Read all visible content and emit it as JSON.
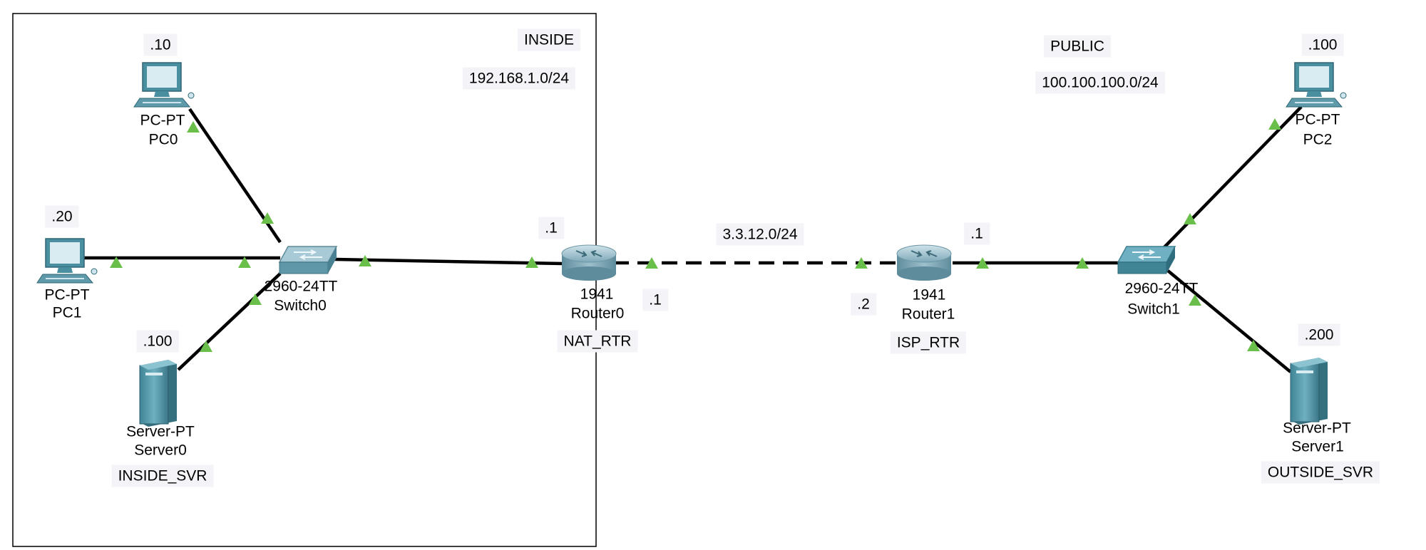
{
  "zones": {
    "inside": {
      "name": "INSIDE",
      "network": "192.168.1.0/24"
    },
    "public": {
      "name": "PUBLIC",
      "network": "100.100.100.0/24"
    },
    "wan": {
      "network": "3.3.12.0/24"
    }
  },
  "devices": {
    "pc0": {
      "host": ".10",
      "model": "PC-PT",
      "name": "PC0"
    },
    "pc1": {
      "host": ".20",
      "model": "PC-PT",
      "name": "PC1"
    },
    "server0": {
      "host": ".100",
      "model": "Server-PT",
      "name": "Server0",
      "tag": "INSIDE_SVR"
    },
    "switch0": {
      "model": "2960-24TT",
      "name": "Switch0"
    },
    "router0": {
      "host": ".1",
      "model": "1941",
      "name": "Router0",
      "tag": "NAT_RTR",
      "wan_host": ".1"
    },
    "router1": {
      "host": ".1",
      "model": "1941",
      "name": "Router1",
      "tag": "ISP_RTR",
      "wan_host": ".2"
    },
    "switch1": {
      "model": "2960-24TT",
      "name": "Switch1"
    },
    "pc2": {
      "host": ".100",
      "model": "PC-PT",
      "name": "PC2"
    },
    "server1": {
      "host": ".200",
      "model": "Server-PT",
      "name": "Server1",
      "tag": "OUTSIDE_SVR"
    }
  },
  "links": [
    {
      "from": "PC0",
      "to": "Switch0",
      "type": "copper-straight"
    },
    {
      "from": "PC1",
      "to": "Switch0",
      "type": "copper-straight"
    },
    {
      "from": "Server0",
      "to": "Switch0",
      "type": "copper-straight"
    },
    {
      "from": "Switch0",
      "to": "Router0",
      "type": "copper-straight"
    },
    {
      "from": "Router0",
      "to": "Router1",
      "type": "serial"
    },
    {
      "from": "Router1",
      "to": "Switch1",
      "type": "copper-straight"
    },
    {
      "from": "Switch1",
      "to": "PC2",
      "type": "copper-straight"
    },
    {
      "from": "Switch1",
      "to": "Server1",
      "type": "copper-straight"
    }
  ],
  "colors": {
    "link": "#000000",
    "port_up": "#6abf4b",
    "device_body": "#4a8fa0",
    "device_light": "#cfe6ee",
    "label_bg": "#f3f3f8"
  }
}
